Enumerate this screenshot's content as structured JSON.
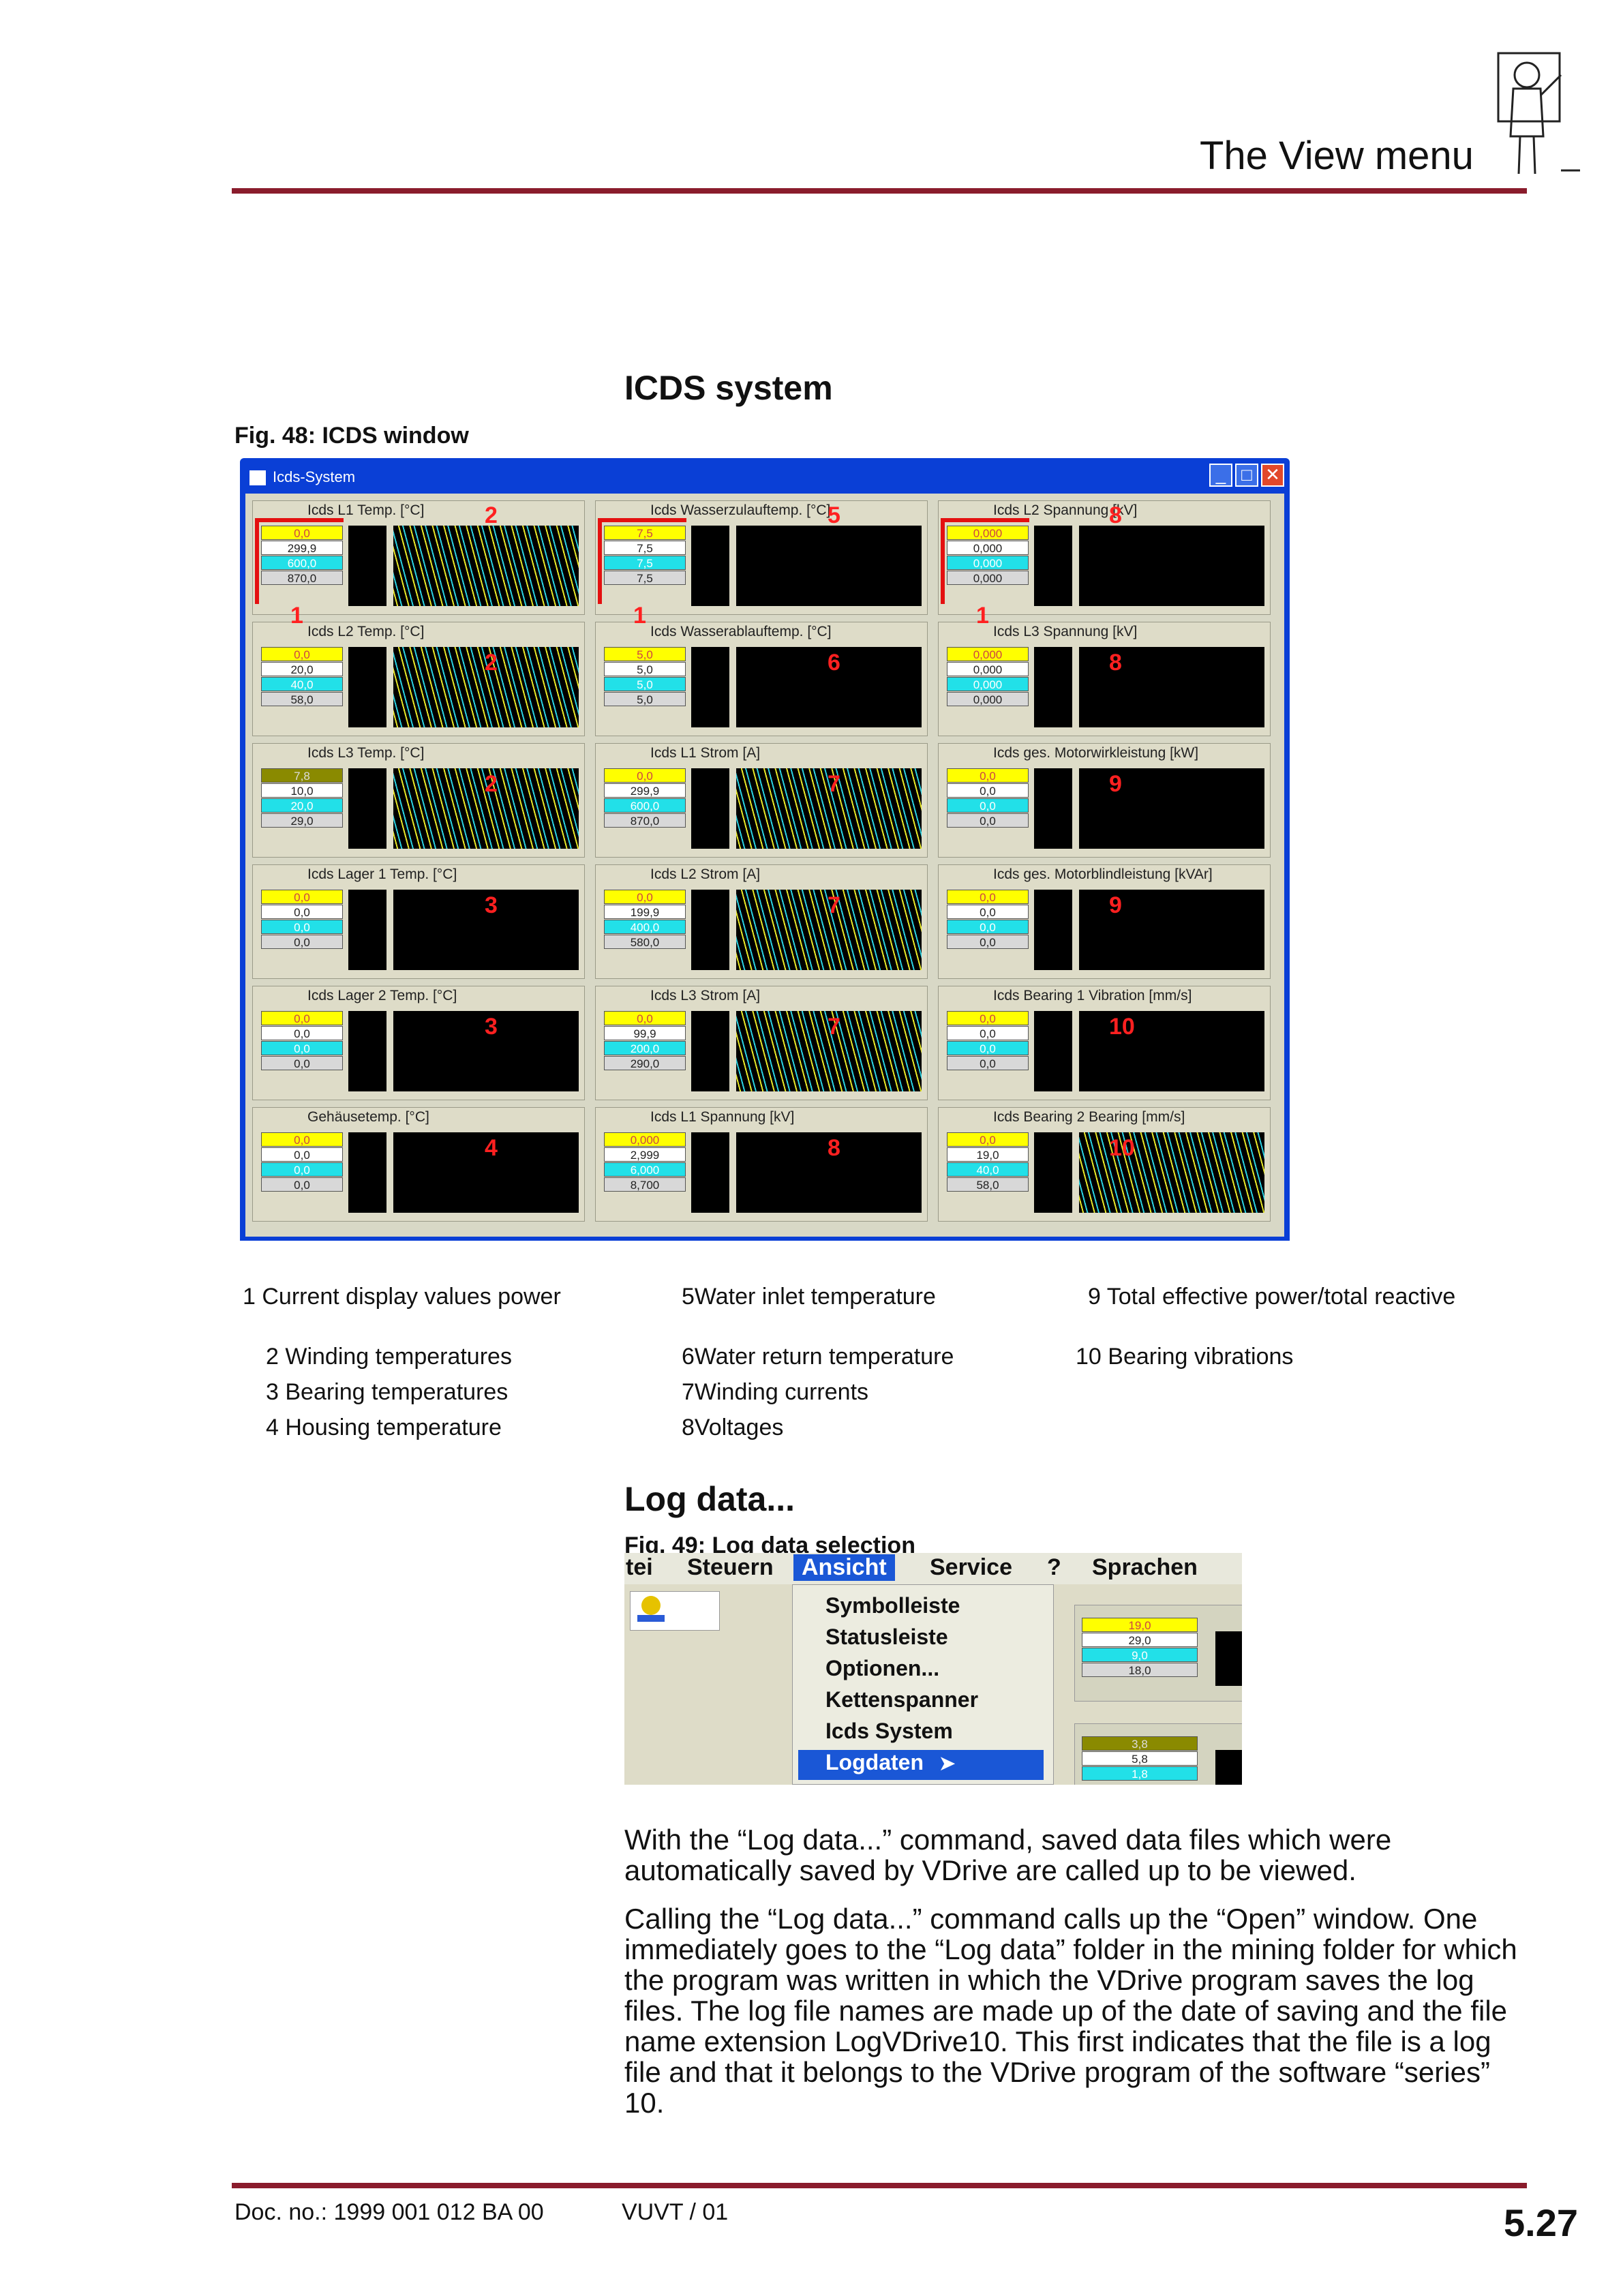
{
  "header": {
    "title": "The View menu"
  },
  "section1": {
    "heading": "ICDS system",
    "figure_caption": "Fig. 48:  ICDS window"
  },
  "window": {
    "title": "Icds-System",
    "panels": [
      {
        "title": "Icds L1 Temp. [°C]",
        "values": [
          "0,0",
          "299,9",
          "600,0",
          "870,0"
        ],
        "num": "2"
      },
      {
        "title": "Icds Wasserzulauftemp. [°C]",
        "values": [
          "7,5",
          "7,5",
          "7,5",
          "7,5"
        ],
        "num": "5"
      },
      {
        "title": "Icds L2 Spannung [kV]",
        "values": [
          "0,000",
          "0,000",
          "0,000",
          "0,000"
        ],
        "num": "8"
      },
      {
        "title": "Icds L2 Temp. [°C]",
        "values": [
          "0,0",
          "20,0",
          "40,0",
          "58,0"
        ],
        "num": "2"
      },
      {
        "title": "Icds Wasserablauftemp. [°C]",
        "values": [
          "5,0",
          "5,0",
          "5,0",
          "5,0"
        ],
        "num": "6"
      },
      {
        "title": "Icds L3 Spannung [kV]",
        "values": [
          "0,000",
          "0,000",
          "0,000",
          "0,000"
        ],
        "num": "8"
      },
      {
        "title": "Icds L3 Temp. [°C]",
        "values": [
          "7,8",
          "10,0",
          "20,0",
          "29,0"
        ],
        "num": "2"
      },
      {
        "title": "Icds L1 Strom [A]",
        "values": [
          "0,0",
          "299,9",
          "600,0",
          "870,0"
        ],
        "num": "7"
      },
      {
        "title": "Icds ges. Motorwirkleistung [kW]",
        "values": [
          "0,0",
          "0,0",
          "0,0",
          "0,0"
        ],
        "num": "9"
      },
      {
        "title": "Icds Lager 1 Temp. [°C]",
        "values": [
          "0,0",
          "0,0",
          "0,0",
          "0,0"
        ],
        "num": "3"
      },
      {
        "title": "Icds L2 Strom [A]",
        "values": [
          "0,0",
          "199,9",
          "400,0",
          "580,0"
        ],
        "num": "7"
      },
      {
        "title": "Icds ges. Motorblindleistung [kVAr]",
        "values": [
          "0,0",
          "0,0",
          "0,0",
          "0,0"
        ],
        "num": "9"
      },
      {
        "title": "Icds Lager 2 Temp. [°C]",
        "values": [
          "0,0",
          "0,0",
          "0,0",
          "0,0"
        ],
        "num": "3"
      },
      {
        "title": "Icds L3 Strom [A]",
        "values": [
          "0,0",
          "99,9",
          "200,0",
          "290,0"
        ],
        "num": "7"
      },
      {
        "title": "Icds Bearing 1 Vibration [mm/s]",
        "values": [
          "0,0",
          "0,0",
          "0,0",
          "0,0"
        ],
        "num": "10"
      },
      {
        "title": "Gehäusetemp. [°C]",
        "values": [
          "0,0",
          "0,0",
          "0,0",
          "0,0"
        ],
        "num": "4"
      },
      {
        "title": "Icds L1 Spannung [kV]",
        "values": [
          "0,000",
          "2,999",
          "6,000",
          "8,700"
        ],
        "num": "8"
      },
      {
        "title": "Icds Bearing 2 Bearing [mm/s]",
        "values": [
          "0,0",
          "19,0",
          "40,0",
          "58,0"
        ],
        "num": "10"
      }
    ],
    "column_markers": [
      "1",
      "1",
      "1"
    ]
  },
  "legend": [
    "1  Current display values power",
    "2  Winding temperatures",
    "3  Bearing temperatures",
    "4  Housing temperature",
    "5Water inlet temperature",
    "6Water return temperature",
    "7Winding currents",
    "8Voltages",
    "9  Total effective power/total reactive",
    "10  Bearing vibrations"
  ],
  "section2": {
    "heading": "Log data...",
    "figure_caption": "Fig. 49:  Log data selection",
    "menubar": [
      "tei",
      "Steuern",
      "Ansicht",
      "Service",
      "?",
      "Sprachen"
    ],
    "dropdown": [
      "Symbolleiste",
      "Statusleiste",
      "Optionen...",
      "Kettenspanner",
      "Icds System",
      "Logdaten"
    ],
    "side_values_a": [
      "19,0",
      "29,0",
      "9,0",
      "18,0"
    ],
    "side_values_b": [
      "3,8",
      "5,8",
      "1,8"
    ]
  },
  "paragraphs": [
    "With the “Log data...” command, saved data files which were automatically saved by VDrive are called up to be viewed.",
    "Calling the “Log data...” command calls up the “Open” window. One immediately goes to the “Log data” folder in the mining folder for which the program was written in which the VDrive program saves the log files. The log file names are made up of the date of saving and the file name extension LogVDrive10. This first indicates that the file is a log file and that it belongs to the VDrive program of the software “series” 10."
  ],
  "footer": {
    "doc_no": "Doc. no.: 1999 001 012 BA 00",
    "version": "VUVT / 01",
    "page": "5.27"
  }
}
